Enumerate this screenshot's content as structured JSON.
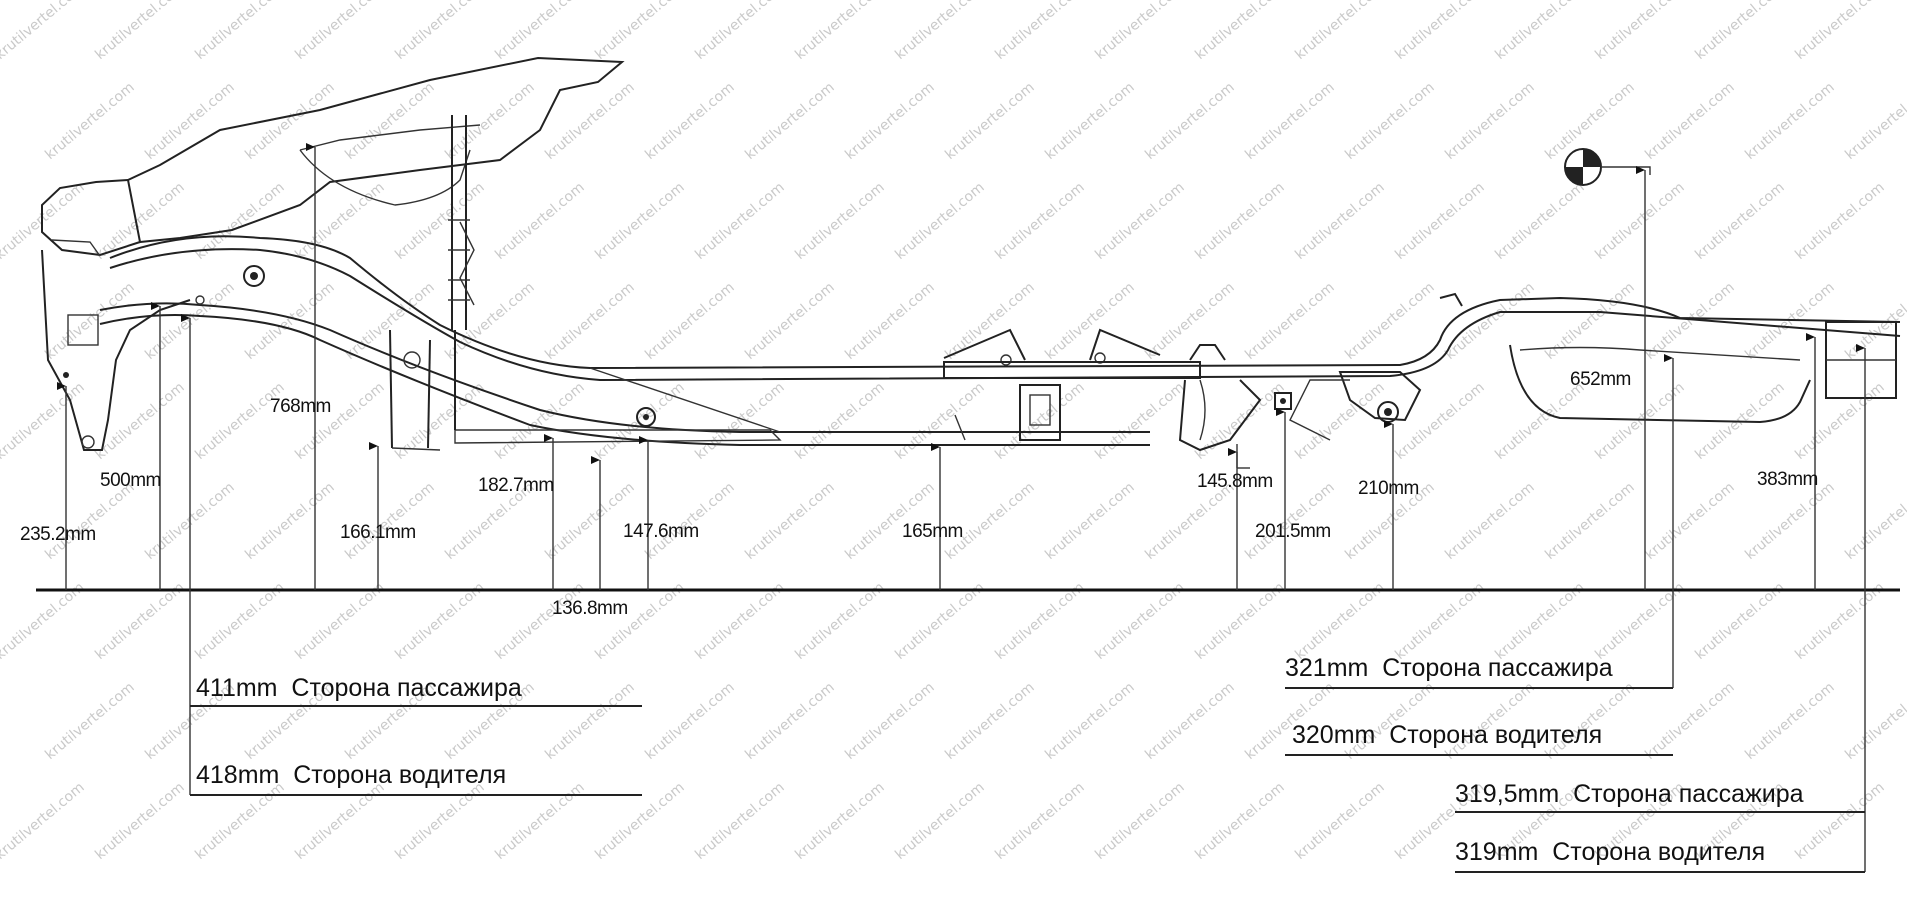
{
  "watermark": "krutilvertel.com",
  "dimensions": {
    "d_235_2": "235.2mm",
    "d_500": "500mm",
    "d_768": "768mm",
    "d_166_1": "166.1mm",
    "d_182_7": "182.7mm",
    "d_147_6": "147.6mm",
    "d_136_8": "136.8mm",
    "d_165": "165mm",
    "d_145_8": "145.8mm",
    "d_201_5": "201.5mm",
    "d_210": "210mm",
    "d_652": "652mm",
    "d_383": "383mm"
  },
  "legends": {
    "front_passenger": "411mm  Сторона пассажира",
    "front_driver": "418mm  Сторона водителя",
    "rear1_passenger": "321mm  Сторона пассажира",
    "rear1_driver": "320mm  Сторона водителя",
    "rear2_passenger": "319,5mm  Сторона пассажира",
    "rear2_driver": "319mm  Сторона водителя"
  },
  "colors": {
    "line": "#222222",
    "background": "#ffffff",
    "watermark": "#c9c9c9"
  }
}
